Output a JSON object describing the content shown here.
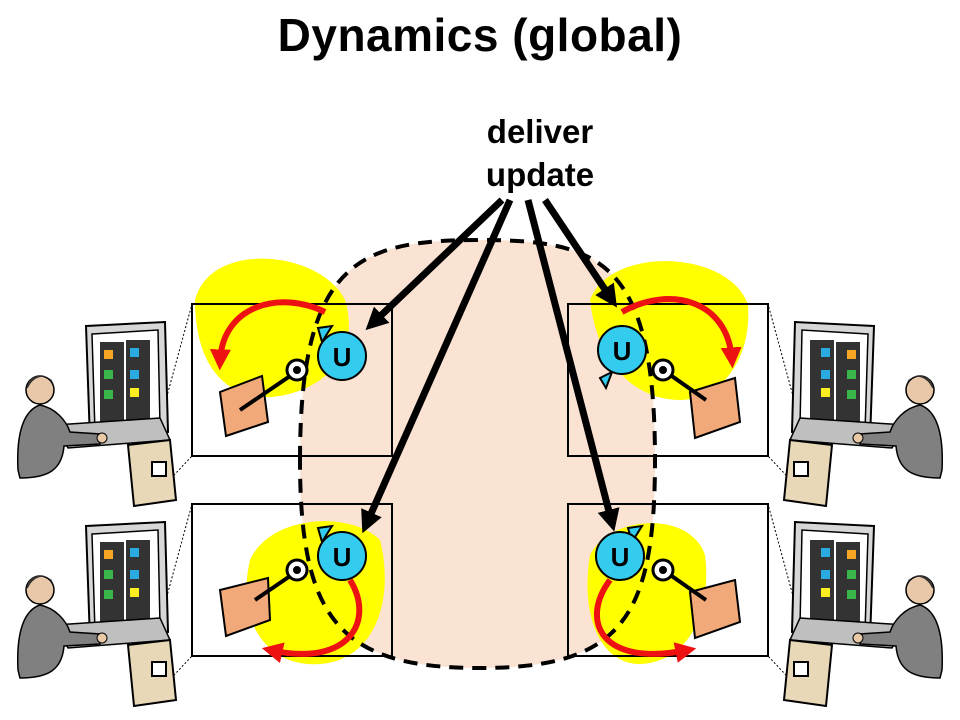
{
  "title": "Dynamics (global)",
  "annotation": {
    "line1": "deliver",
    "line2": "update"
  },
  "update_badge": "U",
  "colors": {
    "region_fill": "#fbe3d3",
    "highlight": "#ffff00",
    "badge": "#33ccee",
    "arrow_red": "#ee1111",
    "stroke": "#000000",
    "wedge": "#f2a97a"
  },
  "icons": [
    "user-at-workstation-icon",
    "monitor-icon",
    "tower-pc-icon",
    "sensor-eye-icon",
    "update-badge-icon"
  ]
}
